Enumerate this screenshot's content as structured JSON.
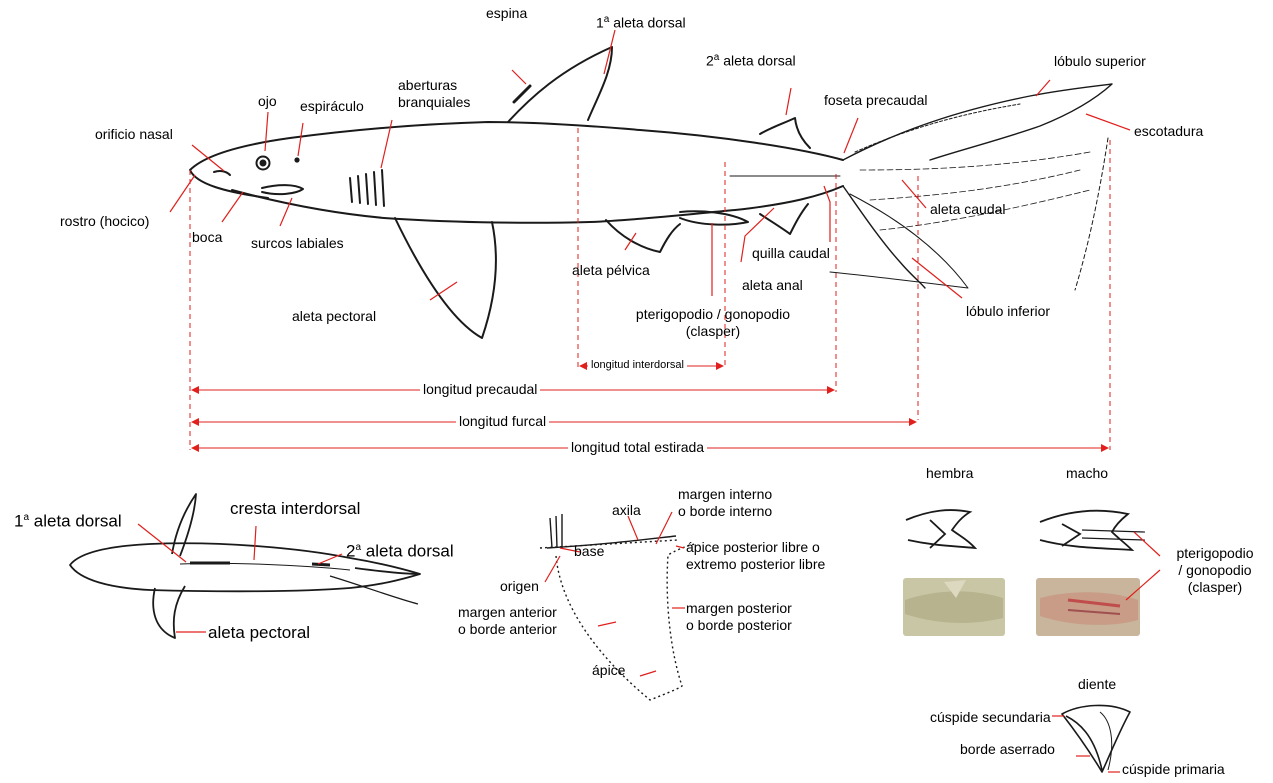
{
  "main_diagram": {
    "labels": {
      "dorsal1": "aleta dorsal",
      "dorsal1_num": "1",
      "dorsal1_sup": "a",
      "spine": "espina",
      "dorsal2": "aleta dorsal",
      "dorsal2_num": "2",
      "dorsal2_sup": "a",
      "gill_slits_1": "aberturas",
      "gill_slits_2": "branquiales",
      "eye": "ojo",
      "spiracle": "espiráculo",
      "nostril": "orificio nasal",
      "snout": "rostro (hocico)",
      "mouth": "boca",
      "labial_furrows": "surcos labiales",
      "pectoral_fin": "aleta pectoral",
      "pelvic_fin": "aleta pélvica",
      "clasper_1": "pterigopodio / gonopodio",
      "clasper_2": "(clasper)",
      "anal_fin": "aleta anal",
      "caudal_keel": "quilla caudal",
      "precaudal_pit": "foseta precaudal",
      "upper_lobe": "lóbulo superior",
      "notch": "escotadura",
      "caudal_fin": "aleta caudal",
      "lower_lobe": "lóbulo inferior"
    },
    "measurements": {
      "interdorsal": "longitud interdorsal",
      "precaudal": "longitud precaudal",
      "fork": "longitud furcal",
      "total": "longitud total estirada"
    }
  },
  "dorsal_view": {
    "dorsal1": "aleta dorsal",
    "dorsal1_num": "1",
    "dorsal1_sup": "a",
    "ridge": "cresta interdorsal",
    "dorsal2": "aleta dorsal",
    "dorsal2_num": "2",
    "dorsal2_sup": "a",
    "pectoral": "aleta pectoral"
  },
  "fin_detail": {
    "axil": "axila",
    "inner_margin_1": "margen interno",
    "inner_margin_2": "o borde interno",
    "free_tip_1": "ápice posterior libre o",
    "free_tip_2": "extremo posterior libre",
    "base": "base",
    "origin": "origen",
    "anterior_1": "margen anterior",
    "anterior_2": "o borde anterior",
    "posterior_1": "margen posterior",
    "posterior_2": "o borde posterior",
    "apex": "ápice"
  },
  "sex_panel": {
    "female": "hembra",
    "male": "macho",
    "clasper_1": "pterigopodio",
    "clasper_2": "/ gonopodio",
    "clasper_3": "(clasper)"
  },
  "tooth_panel": {
    "title": "diente",
    "secondary_cusp": "cúspide secundaria",
    "serrated_edge": "borde aserrado",
    "primary_cusp": "cúspide primaria"
  },
  "colors": {
    "leader": "#e0201c",
    "outline": "#1a1a1a"
  }
}
